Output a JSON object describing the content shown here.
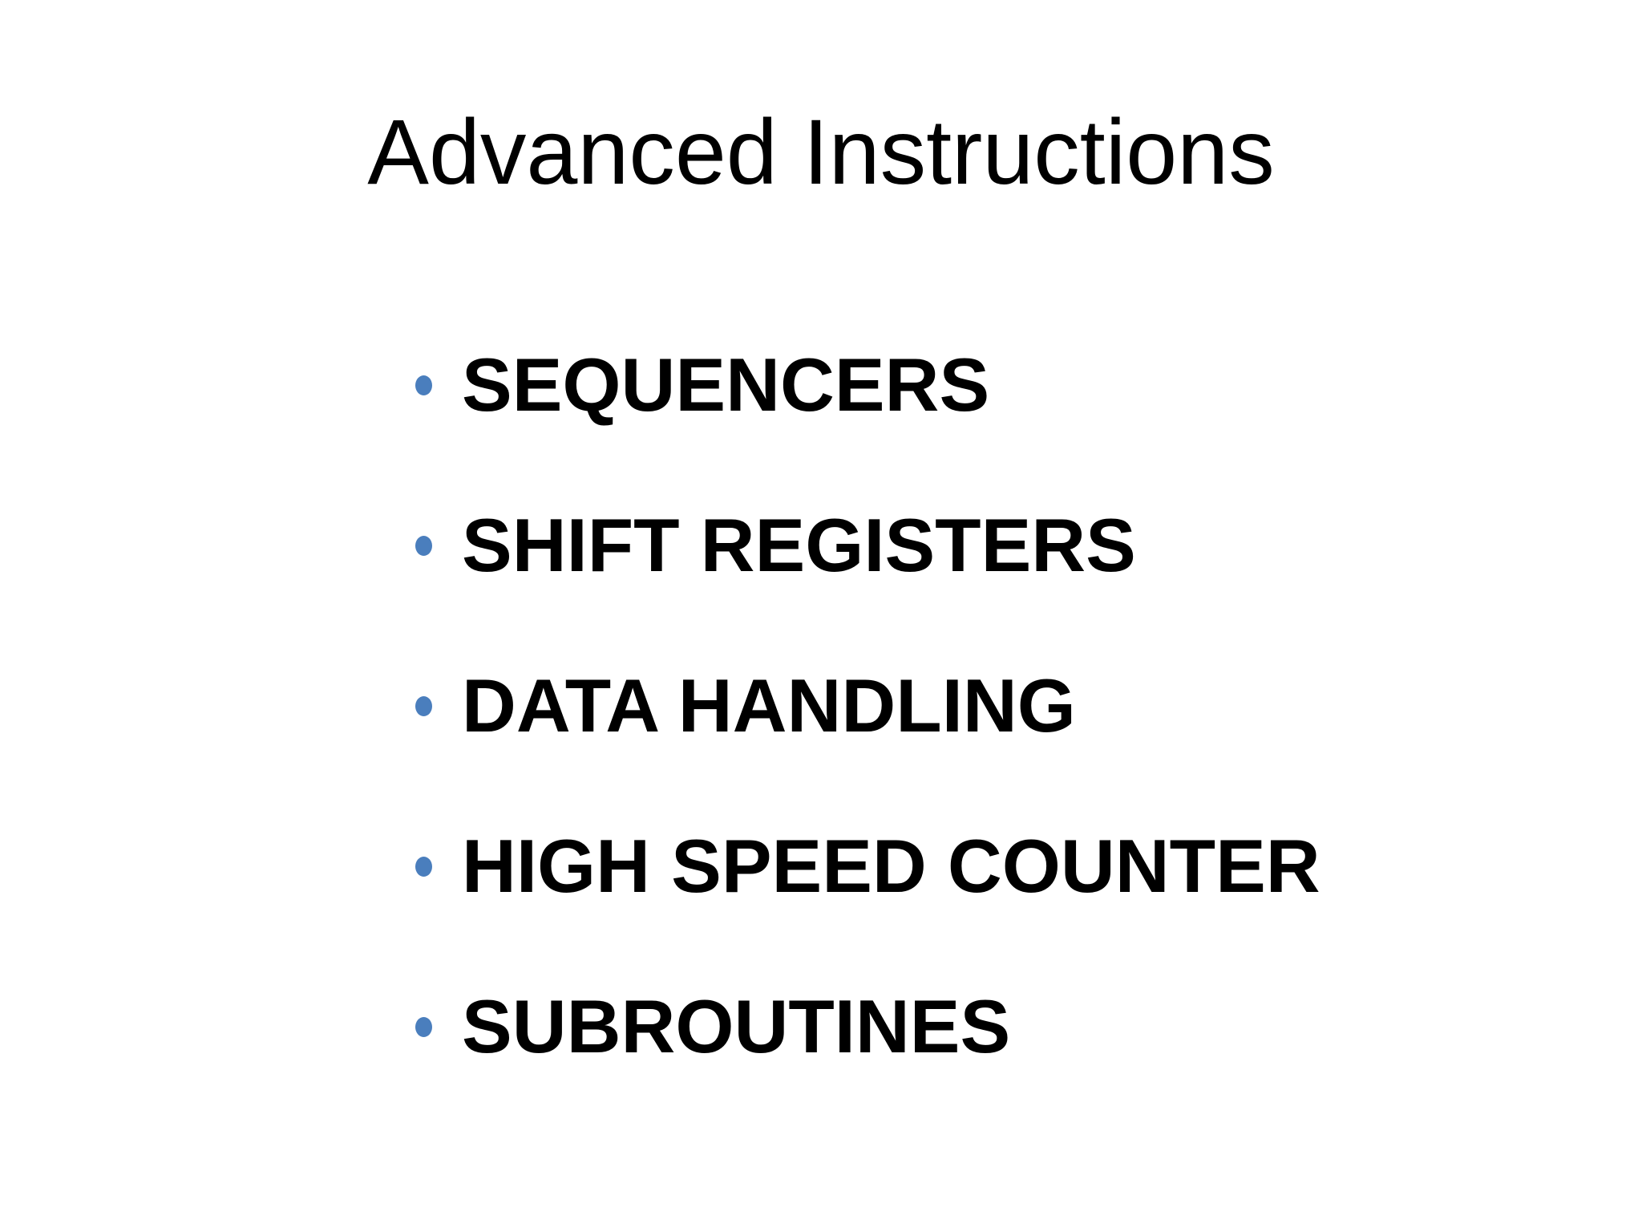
{
  "slide": {
    "title": "Advanced Instructions",
    "bullets": [
      {
        "label": "SEQUENCERS"
      },
      {
        "label": "SHIFT REGISTERS"
      },
      {
        "label": "DATA HANDLING"
      },
      {
        "label": "HIGH SPEED COUNTER"
      },
      {
        "label": "SUBROUTINES"
      }
    ]
  },
  "theme": {
    "background_color": "#ffffff",
    "title_color": "#000000",
    "bullet_text_color": "#000000",
    "bullet_dot_color": "#4a7ebd"
  }
}
